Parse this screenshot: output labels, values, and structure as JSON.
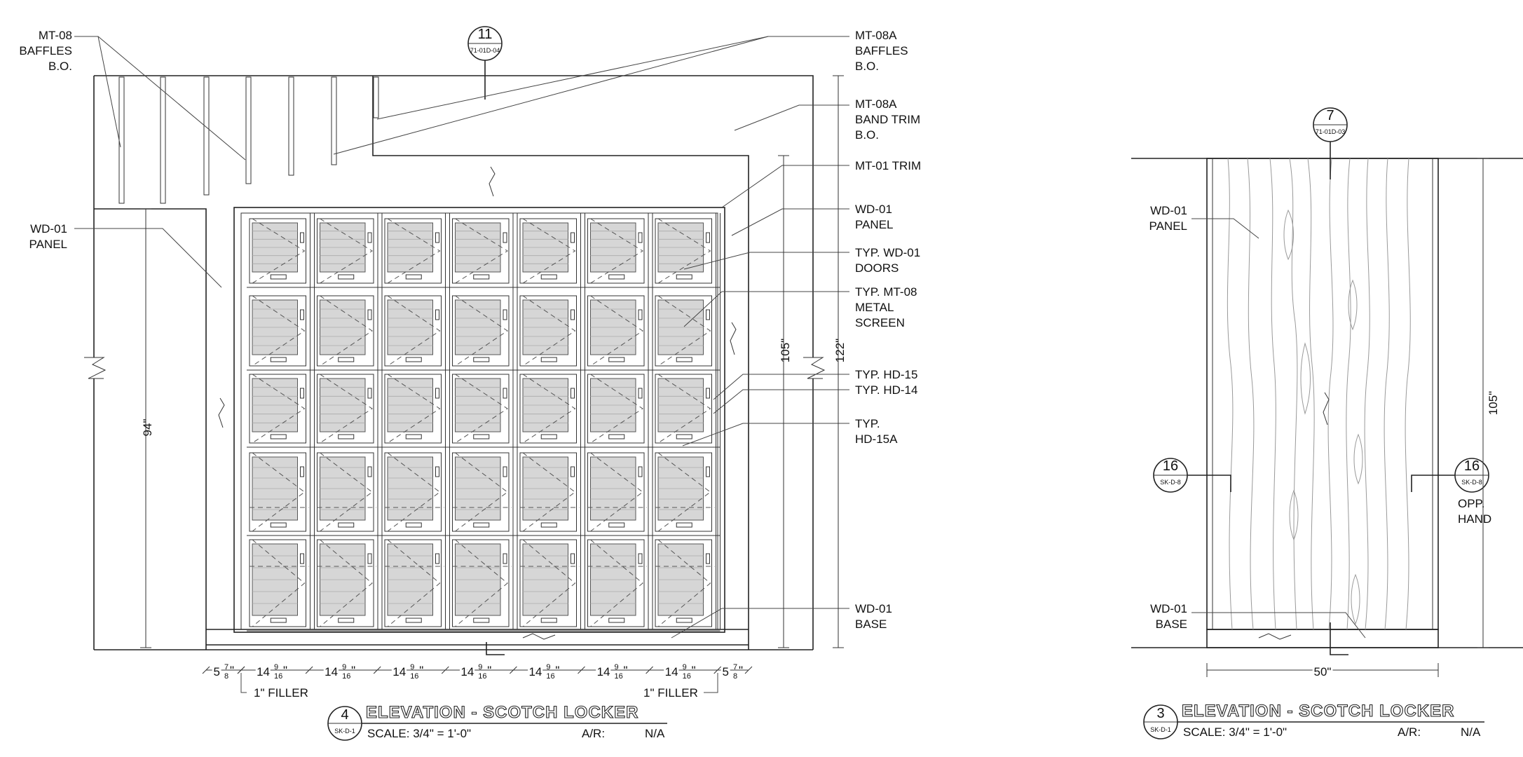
{
  "left_elevation": {
    "labels": {
      "mt08_baffles": [
        "MT-08",
        "BAFFLES",
        "B.O."
      ],
      "mt08a_baffles": [
        "MT-08A",
        "BAFFLES",
        "B.O."
      ],
      "mt08a_band_trim": [
        "MT-08A",
        "BAND TRIM",
        "B.O."
      ],
      "mt01_trim": [
        "MT-01 TRIM"
      ],
      "wd01_panel_right": [
        "WD-01",
        "PANEL"
      ],
      "wd01_panel_left": [
        "WD-01",
        "PANEL"
      ],
      "typ_wd01_doors": [
        "TYP. WD-01",
        "DOORS"
      ],
      "typ_mt08_screen": [
        "TYP. MT-08",
        "METAL",
        "SCREEN"
      ],
      "typ_hd15": [
        "TYP. HD-15"
      ],
      "typ_hd14": [
        "TYP. HD-14"
      ],
      "typ_hd15a": [
        "TYP.",
        "HD-15A"
      ],
      "wd01_base": [
        "WD-01",
        "BASE"
      ]
    },
    "section_marker": {
      "number": "11",
      "ref": "71-01D-04"
    },
    "dims": {
      "height_94": "94\"",
      "height_105": "105\"",
      "height_122": "122\""
    },
    "bottom_dims": {
      "end": {
        "whole": "5",
        "num": "7",
        "den": "8"
      },
      "bay": {
        "whole": "14",
        "num": "9",
        "den": "16"
      },
      "bay_count": 7,
      "filler_left": "1\" FILLER",
      "filler_right": "1\" FILLER"
    },
    "title_block": {
      "number": "4",
      "sheet": "SK-D-1",
      "title": "ELEVATION - SCOTCH LOCKER",
      "scale": "SCALE: 3/4\" = 1'-0\"",
      "ar_label": "A/R:",
      "ar_value": "N/A"
    }
  },
  "right_elevation": {
    "labels": {
      "wd01_panel": [
        "WD-01",
        "PANEL"
      ],
      "wd01_base": [
        "WD-01",
        "BASE"
      ],
      "opp_hand": [
        "OPP.",
        "HAND"
      ]
    },
    "section_marker": {
      "number": "7",
      "ref": "71-01D-03"
    },
    "detail_left": {
      "number": "16",
      "ref": "SK-D-8"
    },
    "detail_right": {
      "number": "16",
      "ref": "SK-D-8"
    },
    "dims": {
      "height": "105\"",
      "width": "50\""
    },
    "title_block": {
      "number": "3",
      "sheet": "SK-D-1",
      "title": "ELEVATION - SCOTCH LOCKER",
      "scale": "SCALE: 3/4\" = 1'-0\"",
      "ar_label": "A/R:",
      "ar_value": "N/A"
    }
  }
}
